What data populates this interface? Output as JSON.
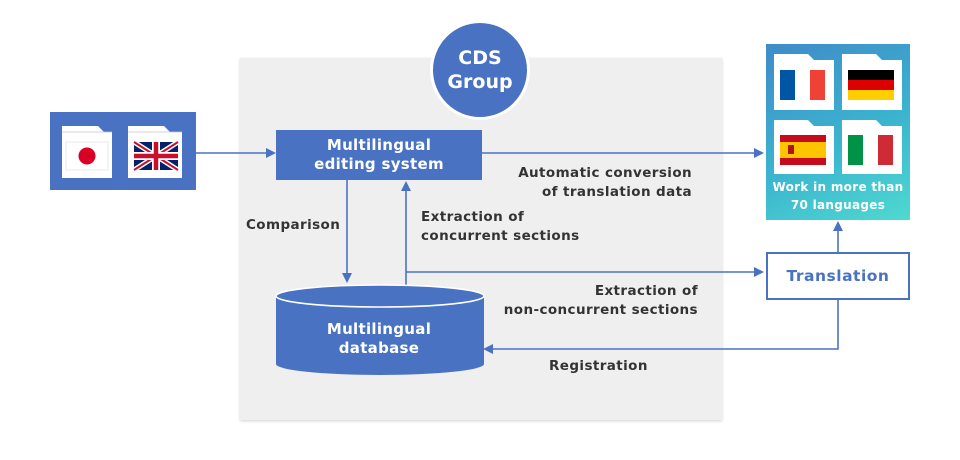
{
  "group": {
    "line1": "CDS",
    "line2": "Group"
  },
  "editing_system": {
    "line1": "Multilingual",
    "line2": "editing system"
  },
  "database": {
    "line1": "Multilingual",
    "line2": "database"
  },
  "translation_label": "Translation",
  "target": {
    "caption_line1": "Work in more than",
    "caption_line2": "70 languages"
  },
  "edges": {
    "auto_conversion": {
      "line1": "Automatic conversion",
      "line2": "of translation data"
    },
    "comparison": "Comparison",
    "extraction_concurrent": {
      "line1": "Extraction of",
      "line2": "concurrent sections"
    },
    "extraction_nonconcurrent": {
      "line1": "Extraction of",
      "line2": "non-concurrent sections"
    },
    "registration": "Registration"
  },
  "source_flags": [
    "japan-flag",
    "uk-flag"
  ],
  "target_flags": [
    "france-flag",
    "germany-flag",
    "spain-flag",
    "italy-flag"
  ],
  "colors": {
    "primary": "#4a72c2",
    "panel": "#efefef",
    "text": "#333333"
  }
}
